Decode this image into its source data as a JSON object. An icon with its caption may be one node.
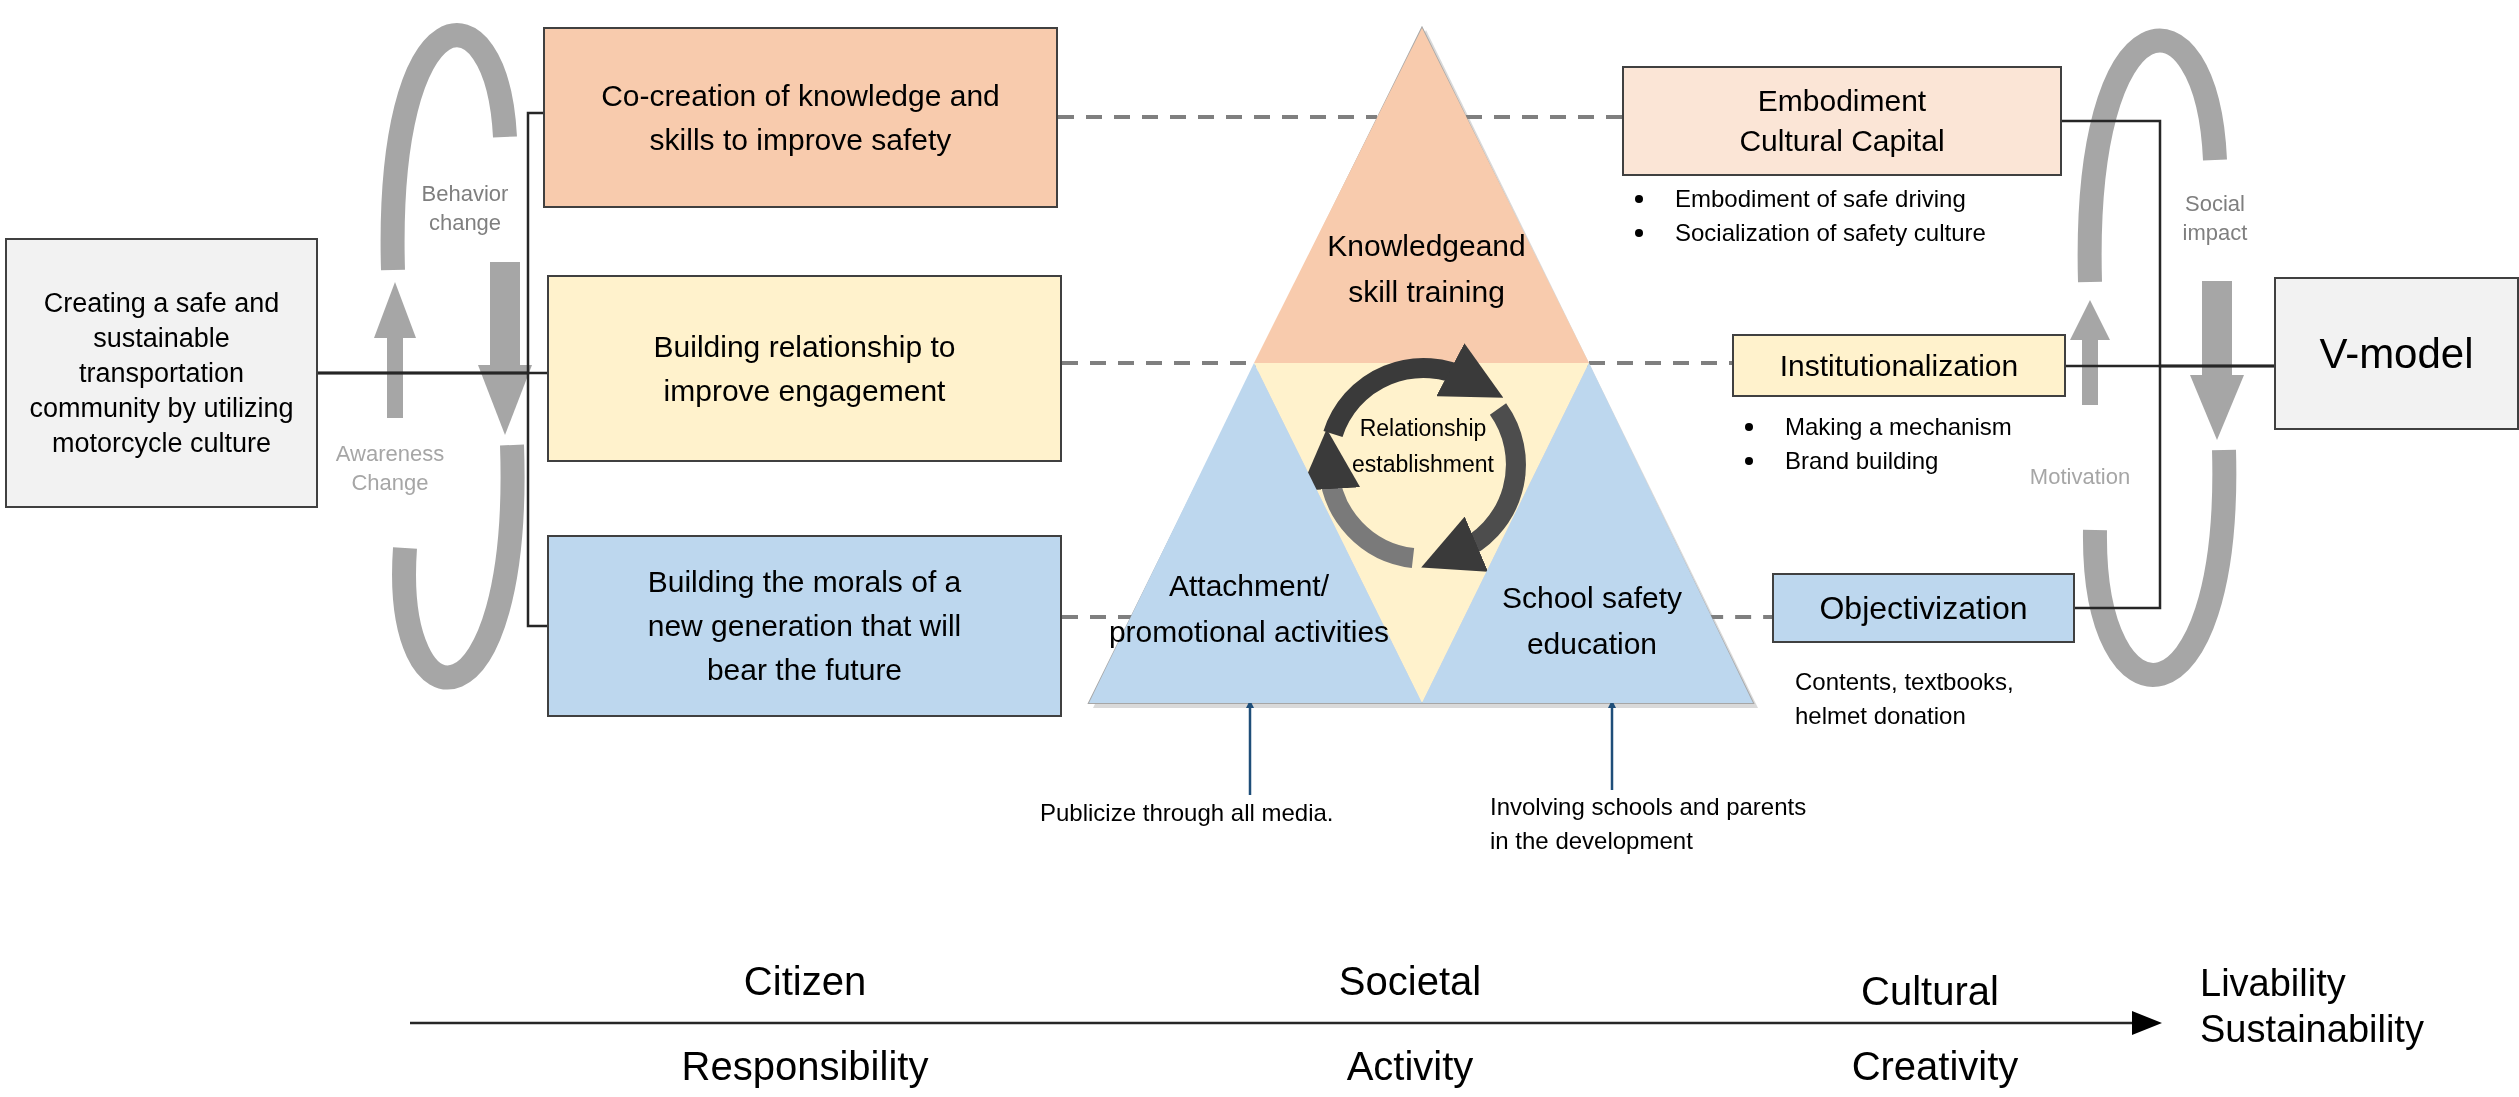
{
  "diagram": {
    "nodes": [
      {
        "text": [
          "Creating a safe and sustainable transportation community by utilizing motorcycle culture"
        ]
      },
      {
        "text": [
          "Co-creation of knowledge and skills to improve safety"
        ]
      },
      {
        "text": [
          "Building relationship to improve engagement"
        ]
      },
      {
        "text": [
          "Building the morals of a new generation that will bear the future"
        ]
      },
      {
        "text": [
          "Knowledgeand skill training"
        ]
      },
      {
        "text": [
          "Relationship establishment"
        ]
      },
      {
        "text": [
          "Attachment/ promotional activities"
        ]
      },
      {
        "text": [
          "School safety education"
        ]
      },
      {
        "text": [
          "Embodiment Cultural Capital"
        ],
        "beside": [
          "Embodiment of safe driving",
          "Socialization of safety culture"
        ]
      },
      {
        "text": [
          "Institutionalization"
        ],
        "beside": [
          "Making a mechanism",
          "Brand building"
        ]
      },
      {
        "text": [
          "Objectivization"
        ],
        "beside": [
          "Contents, textbooks, helmet donation"
        ]
      },
      {
        "text": [
          "V-model"
        ]
      },
      {
        "text": [
          "Publicize through all media."
        ]
      },
      {
        "text": [
          "Involving schools and parents in the development"
        ]
      },
      {
        "text": [
          "Livability Sustainability"
        ]
      }
    ],
    "edges": [
      {
        "from": 0,
        "to": 1,
        "arrow": "none"
      },
      {
        "from": 0,
        "to": 2,
        "arrow": "none"
      },
      {
        "from": 0,
        "to": 3,
        "arrow": "none"
      },
      {
        "from": 1,
        "to": 4,
        "arrow": "none",
        "style": "dashed",
        "color": "#7f7f7f"
      },
      {
        "from": 4,
        "to": 8,
        "arrow": "none",
        "style": "dashed",
        "color": "#7f7f7f"
      },
      {
        "from": 2,
        "to": 5,
        "arrow": "none",
        "style": "dashed",
        "color": "#7f7f7f"
      },
      {
        "from": 5,
        "to": 9,
        "arrow": "none",
        "style": "dashed",
        "color": "#7f7f7f"
      },
      {
        "from": 3,
        "to": 6,
        "arrow": "none",
        "style": "dashed",
        "color": "#7f7f7f"
      },
      {
        "from": 7,
        "to": 10,
        "arrow": "none",
        "style": "dashed",
        "color": "#7f7f7f"
      },
      {
        "from": 8,
        "to": 11,
        "arrow": "none"
      },
      {
        "from": 9,
        "to": 11,
        "arrow": "none"
      },
      {
        "from": 10,
        "to": 11,
        "arrow": "none"
      },
      {
        "from": 12,
        "to": 6,
        "arrow": "to",
        "color": "#1f4e79"
      },
      {
        "from": 13,
        "to": 7,
        "arrow": "to",
        "color": "#1f4e79"
      },
      {
        "from": null,
        "to": 14,
        "arrow": "to"
      }
    ],
    "labels": [
      "Behavior change",
      "Awareness Change",
      "Social impact",
      "Motivation",
      "Citizen",
      "Responsibility",
      "Societal",
      "Activity",
      "Cultural",
      "Creativity"
    ]
  }
}
